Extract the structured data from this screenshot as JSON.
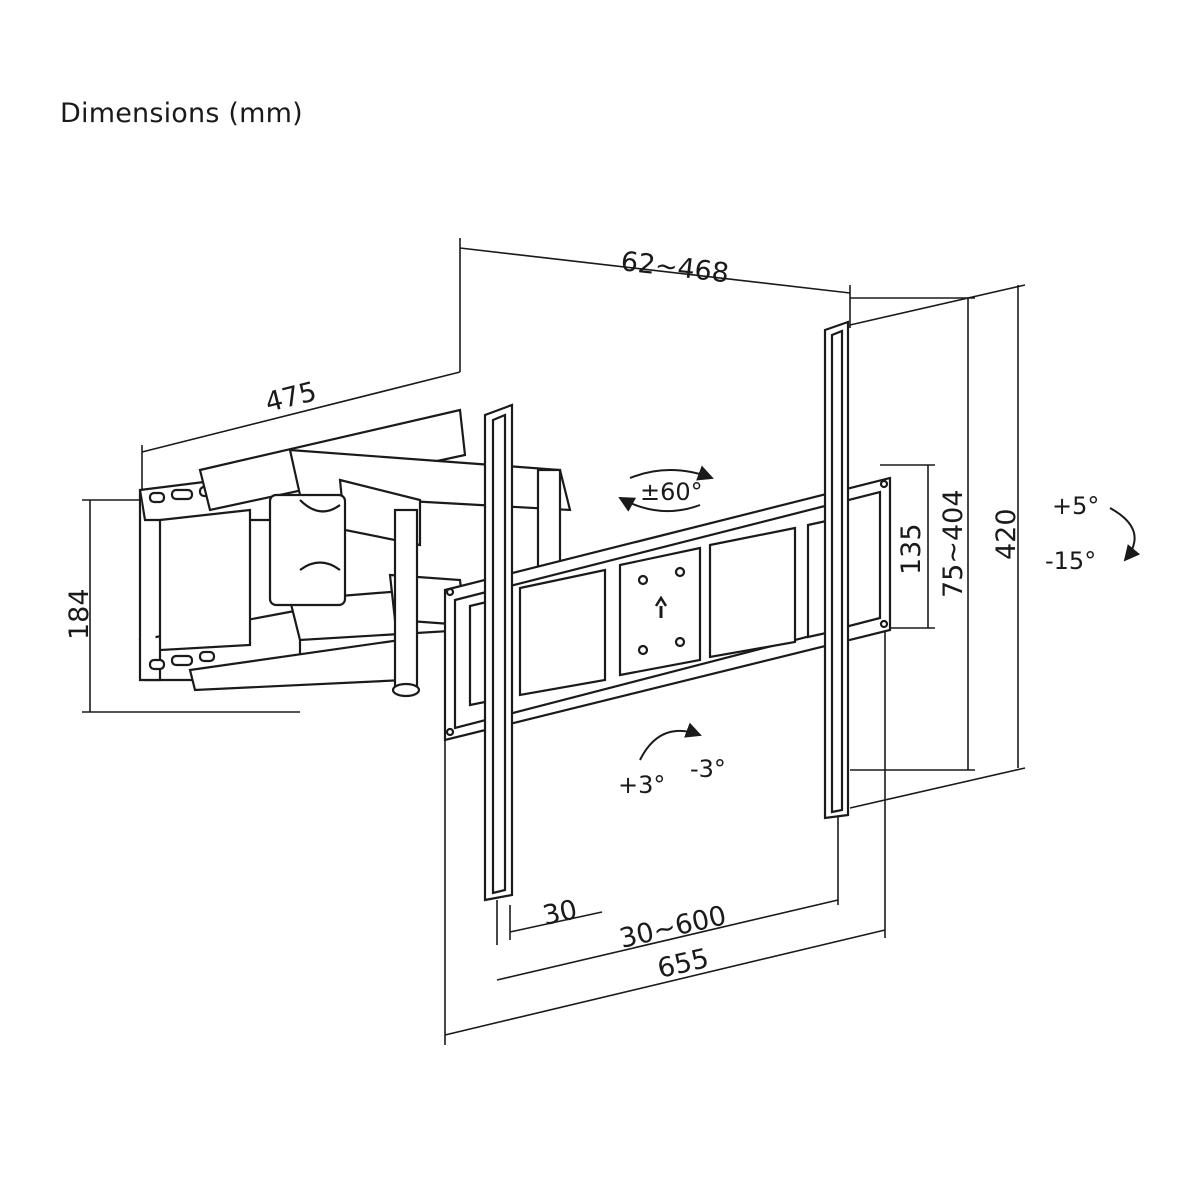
{
  "title": "Dimensions (mm)",
  "dimensions": {
    "arm_extension": "62~468",
    "wall_plate_width": "475",
    "wall_plate_height": "184",
    "vesa_vertical": "135",
    "vesa_vertical_range": "75~404",
    "tv_bracket_height": "420",
    "bottom_offset": "30",
    "vesa_horizontal_range": "30~600",
    "tv_bracket_width": "655"
  },
  "angles": {
    "swivel": "±60°",
    "tilt_up": "+5°",
    "tilt_down": "-15°",
    "level_plus": "+3°",
    "level_minus": "-3°"
  }
}
